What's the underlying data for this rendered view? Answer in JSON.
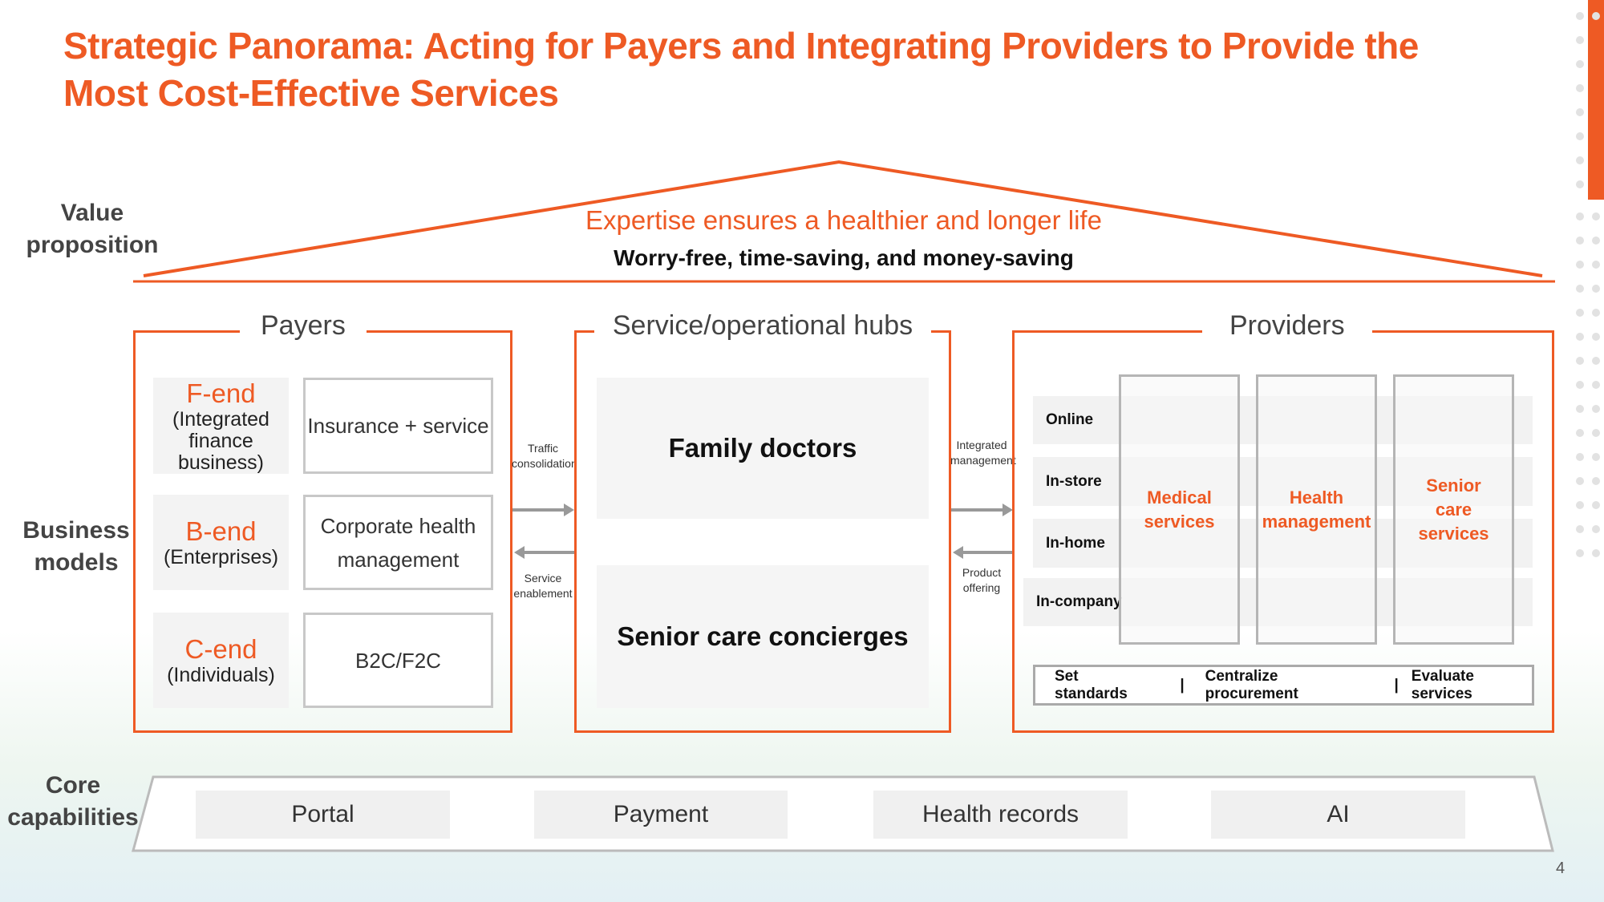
{
  "title": "Strategic Panorama: Acting for Payers and Integrating Providers to Provide the Most Cost-Effective Services",
  "labels": {
    "value_proposition": "Value proposition",
    "business_models": "Business models",
    "core_capabilities": "Core capabilities"
  },
  "value": {
    "headline": "Expertise ensures a healthier and longer life",
    "sub": "Worry-free, time-saving, and money-saving"
  },
  "payers": {
    "title": "Payers",
    "segments": [
      {
        "name": "F-end",
        "desc": "(Integrated finance business)",
        "offering": "Insurance + service"
      },
      {
        "name": "B-end",
        "desc": "(Enterprises)",
        "offering": "Corporate health management"
      },
      {
        "name": "C-end",
        "desc": "(Individuals)",
        "offering": "B2C/F2C"
      }
    ]
  },
  "flows_left": {
    "top": "Traffic consolidation",
    "bottom": "Service enablement"
  },
  "hubs": {
    "title": "Service/operational hubs",
    "items": [
      "Family doctors",
      "Senior care concierges"
    ]
  },
  "flows_right": {
    "top": "Integrated management",
    "bottom": "Product offering"
  },
  "providers": {
    "title": "Providers",
    "channels": [
      "Online",
      "In-store",
      "In-home",
      "In-company"
    ],
    "services": [
      "Medical services",
      "Health management",
      "Senior care services"
    ],
    "functions": [
      "Set standards",
      "Centralize procurement",
      "Evaluate services"
    ],
    "separator": "|"
  },
  "capabilities": [
    "Portal",
    "Payment",
    "Health records",
    "AI"
  ],
  "page_number": "4",
  "colors": {
    "accent": "#ee5a24"
  }
}
